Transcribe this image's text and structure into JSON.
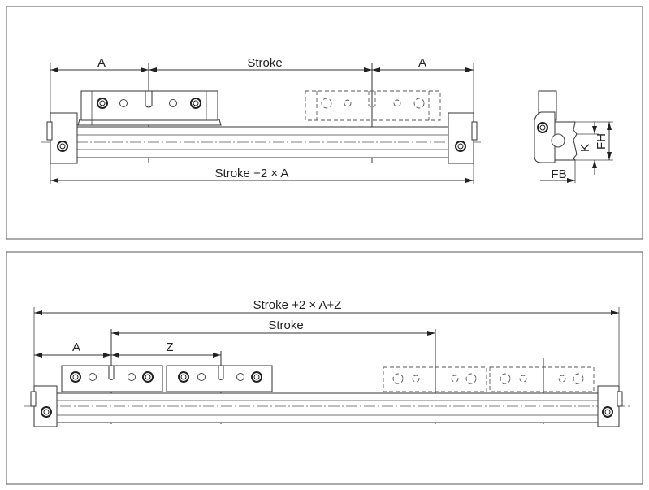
{
  "top_view": {
    "dim_a_left": "A",
    "dim_stroke": "Stroke",
    "dim_a_right": "A",
    "dim_total": "Stroke +2 × A",
    "side_fb": "FB",
    "side_k": "K",
    "side_fh": "FH"
  },
  "bottom_view": {
    "dim_total": "Stroke +2 × A+Z",
    "dim_stroke": "Stroke",
    "dim_a": "A",
    "dim_z": "Z"
  }
}
